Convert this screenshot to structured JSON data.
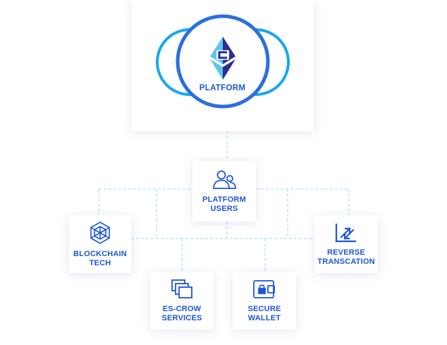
{
  "platform": {
    "label": "PLATFORM",
    "logo_icon": "ethereum-c-logo-icon"
  },
  "nodes": {
    "users": {
      "label_line1": "PLATFORM",
      "label_line2": "USERS",
      "icon": "users-icon"
    },
    "chain": {
      "label_line1": "BLOCKCHAIN",
      "label_line2": "TECH",
      "icon": "hexagon-cube-icon"
    },
    "reverse": {
      "label_line1": "REVERSE",
      "label_line2": "TRANSCATION",
      "icon": "reverse-arrows-icon"
    },
    "escrow": {
      "label_line1": "ES-CROW",
      "label_line2": "SERVICES",
      "icon": "stacked-windows-icon"
    },
    "wallet": {
      "label_line1": "SECURE",
      "label_line2": "WALLET",
      "icon": "wallet-lock-icon"
    }
  },
  "colors": {
    "primary_blue": "#1e56d8",
    "ring_outer": "#2b6fe0",
    "ring_side": "#19a8ec",
    "connector": "#aee3f7",
    "logo_dark": "#2b2e8f",
    "logo_light": "#5dc6f0"
  }
}
